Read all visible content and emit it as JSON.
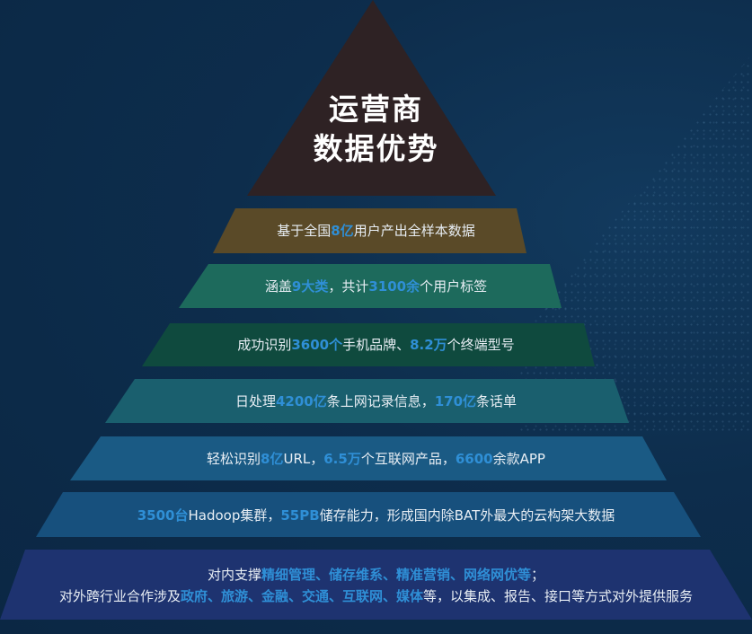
{
  "title": {
    "line1": "运营商",
    "line2": "数据优势"
  },
  "colors": {
    "background": "#0d2d4c",
    "apex": "#2e2224",
    "highlight": "#2f8fd6",
    "text": "#e8eef4",
    "tiers": [
      "#5a4a28",
      "#1d6a5c",
      "#0f4a3e",
      "#1a5f6e",
      "#1a5a84",
      "#17507d",
      "#1e3370"
    ]
  },
  "tiers": [
    {
      "segments": [
        {
          "t": "基于全国",
          "h": false
        },
        {
          "t": "8亿",
          "h": true
        },
        {
          "t": "用户产出全样本数据",
          "h": false
        }
      ]
    },
    {
      "segments": [
        {
          "t": "涵盖",
          "h": false
        },
        {
          "t": "9大类",
          "h": true
        },
        {
          "t": "，共计",
          "h": false
        },
        {
          "t": "3100余",
          "h": true
        },
        {
          "t": "个用户标签",
          "h": false
        }
      ]
    },
    {
      "segments": [
        {
          "t": "成功识别",
          "h": false
        },
        {
          "t": "3600个",
          "h": true
        },
        {
          "t": "手机品牌、",
          "h": false
        },
        {
          "t": "8.2万",
          "h": true
        },
        {
          "t": "个终端型号",
          "h": false
        }
      ]
    },
    {
      "segments": [
        {
          "t": "日处理",
          "h": false
        },
        {
          "t": "4200亿",
          "h": true
        },
        {
          "t": "条上网记录信息，",
          "h": false
        },
        {
          "t": "170亿",
          "h": true
        },
        {
          "t": "条话单",
          "h": false
        }
      ]
    },
    {
      "segments": [
        {
          "t": "轻松识别",
          "h": false
        },
        {
          "t": "8亿",
          "h": true
        },
        {
          "t": "URL，",
          "h": false
        },
        {
          "t": "6.5万",
          "h": true
        },
        {
          "t": "个互联网产品，",
          "h": false
        },
        {
          "t": "6600",
          "h": true
        },
        {
          "t": "余款APP",
          "h": false
        }
      ]
    },
    {
      "segments": [
        {
          "t": "3500台",
          "h": true
        },
        {
          "t": "Hadoop集群，",
          "h": false
        },
        {
          "t": "55PB",
          "h": true
        },
        {
          "t": "储存能力，形成国内除BAT外最大的云构架大数据",
          "h": false
        }
      ]
    },
    {
      "line1": [
        {
          "t": "对内支撑",
          "h": false
        },
        {
          "t": "精细管理、储存维系、精准营销、网络网优等",
          "h": true
        },
        {
          "t": "；",
          "h": false
        }
      ],
      "line2": [
        {
          "t": "对外跨行业合作涉及",
          "h": false
        },
        {
          "t": "政府、旅游、金融、交通、互联网、媒体",
          "h": true
        },
        {
          "t": "等，以集成、报告、接口等方式对外提供服务",
          "h": false
        }
      ]
    }
  ]
}
